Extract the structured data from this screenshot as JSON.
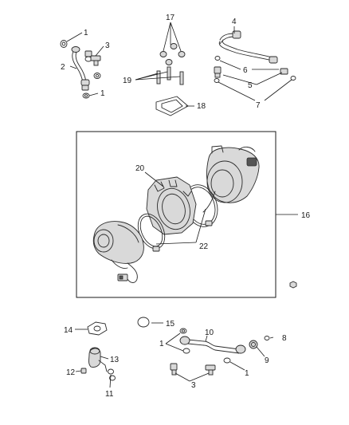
{
  "callouts": {
    "c1_a": "1",
    "c1_b": "1",
    "c1_c": "1",
    "c1_d": "1",
    "c2": "2",
    "c3_a": "3",
    "c3_b": "3",
    "c4": "4",
    "c5": "5",
    "c6": "6",
    "c7": "7",
    "c8": "8",
    "c9": "9",
    "c10": "10",
    "c11": "11",
    "c12": "12",
    "c13": "13",
    "c14": "14",
    "c15": "15",
    "c16": "16",
    "c17": "17",
    "c18": "18",
    "c19": "19",
    "c20": "20",
    "c22": "22"
  }
}
